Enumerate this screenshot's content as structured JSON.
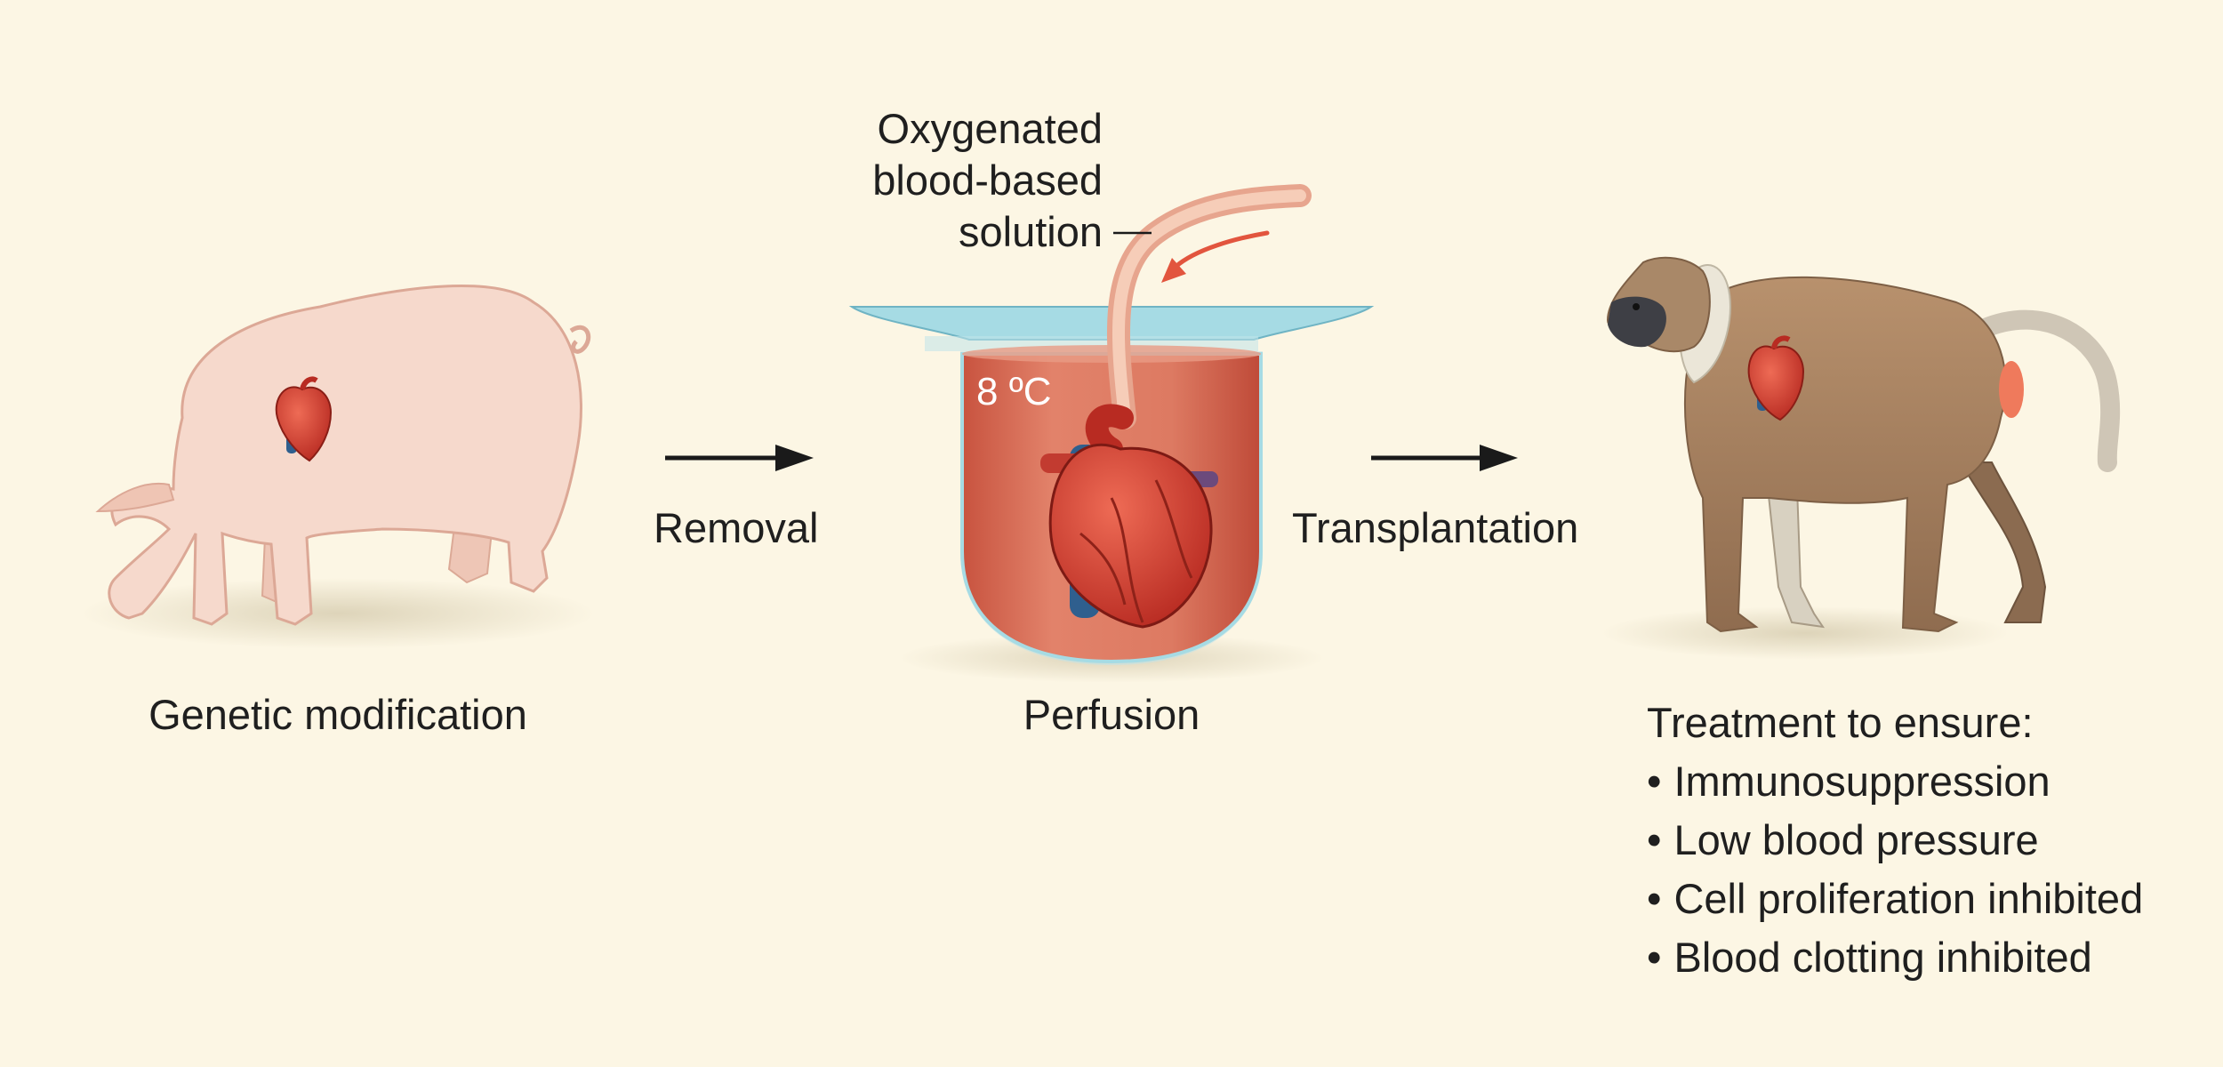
{
  "stages": {
    "genetic_modification": "Genetic modification",
    "removal": "Removal",
    "perfusion": "Perfusion",
    "transplantation": "Transplantation"
  },
  "perfusion_vessel": {
    "solution_label": [
      "Oxygenated",
      "blood-based",
      "solution"
    ],
    "temperature": "8 ºC"
  },
  "treatment": {
    "heading": "Treatment to ensure:",
    "items": [
      "Immunosuppression",
      "Low blood pressure",
      "Cell proliferation inhibited",
      "Blood clotting inhibited"
    ]
  },
  "colors": {
    "background": "#fcf6e4",
    "pig": "#f6d9cc",
    "heart": "#d63a2e",
    "solution": "#d9705a",
    "bowl_rim": "#a6dbe4",
    "baboon": "#b38d6c",
    "flow_arrow": "#e2553e"
  }
}
